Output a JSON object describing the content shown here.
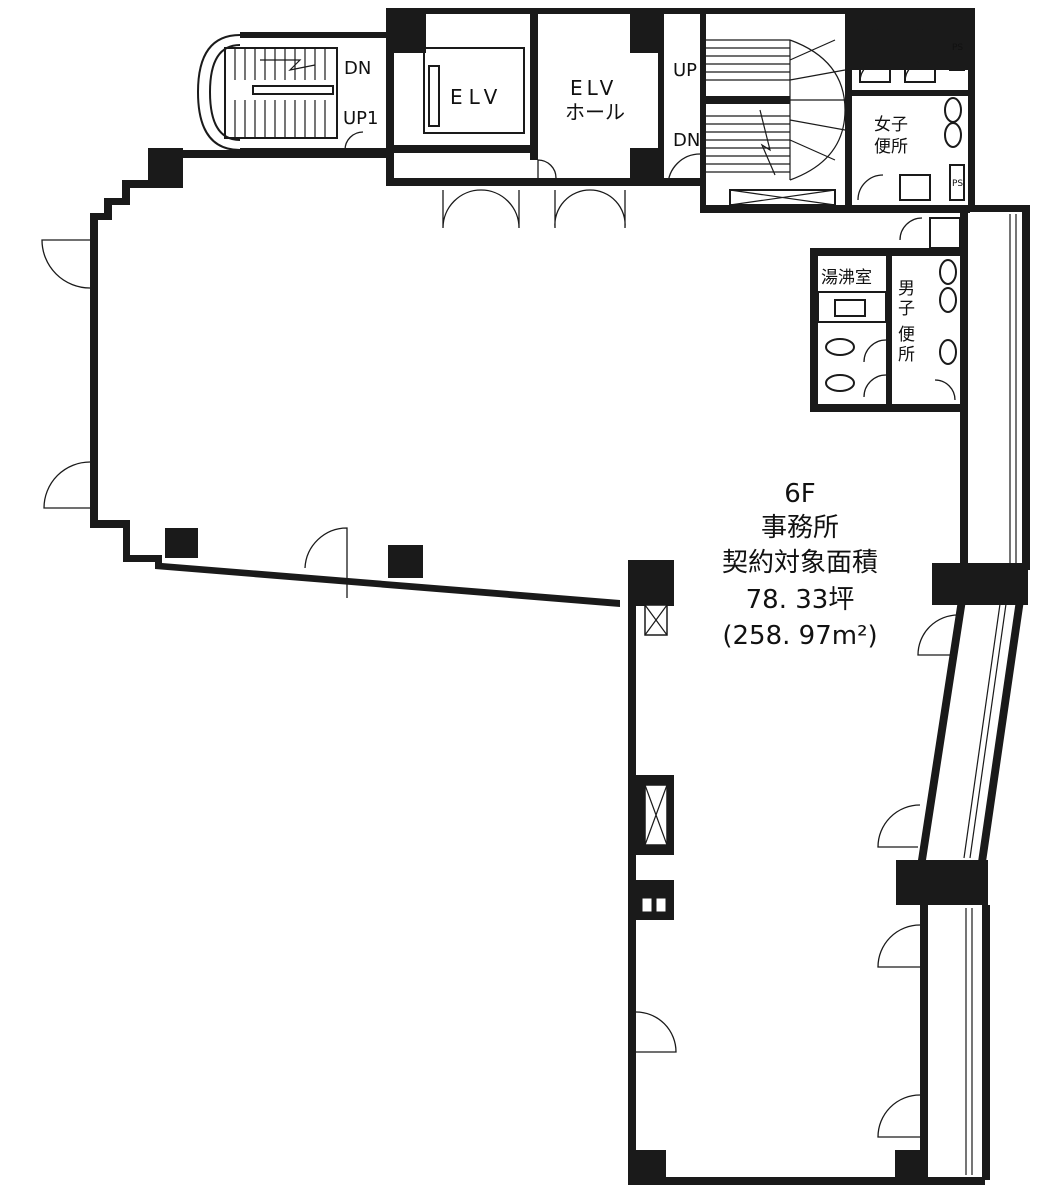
{
  "labels": {
    "stair_left_dn": "DN",
    "stair_left_up": "UP1",
    "elv": "ELV",
    "elv_hall_1": "ELV",
    "elv_hall_2": "ホール",
    "stair_right_up": "UP",
    "stair_right_dn": "DN",
    "womens_wc_1": "女子",
    "womens_wc_2": "便所",
    "ps_top": "PS",
    "ps_bottom": "PS",
    "kitchenette": "湯沸室",
    "mens_wc_1": "男子",
    "mens_wc_2": "便所",
    "floor": "6F",
    "use": "事務所",
    "area_caption": "契約対象面積",
    "area_tsubo": "78. 33坪",
    "area_m2": "(258. 97m²)"
  }
}
